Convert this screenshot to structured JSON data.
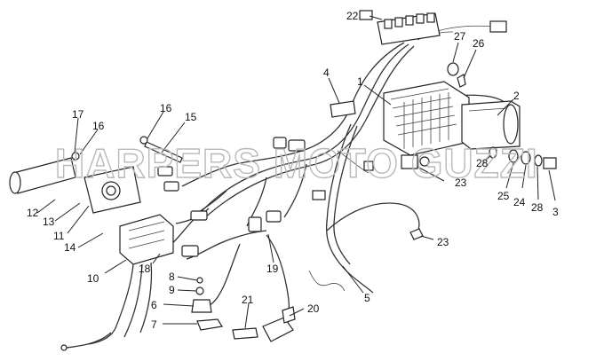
{
  "watermark": "HARPERS MOTO GUZZI",
  "callouts": [
    {
      "id": "c1",
      "text": "1"
    },
    {
      "id": "c2",
      "text": "2"
    },
    {
      "id": "c3",
      "text": "3"
    },
    {
      "id": "c4",
      "text": "4"
    },
    {
      "id": "c5",
      "text": "5"
    },
    {
      "id": "c6",
      "text": "6"
    },
    {
      "id": "c7",
      "text": "7"
    },
    {
      "id": "c8",
      "text": "8"
    },
    {
      "id": "c9",
      "text": "9"
    },
    {
      "id": "c10",
      "text": "10"
    },
    {
      "id": "c11",
      "text": "11"
    },
    {
      "id": "c12",
      "text": "12"
    },
    {
      "id": "c13",
      "text": "13"
    },
    {
      "id": "c14",
      "text": "14"
    },
    {
      "id": "c15",
      "text": "15"
    },
    {
      "id": "c16a",
      "text": "16"
    },
    {
      "id": "c16b",
      "text": "16"
    },
    {
      "id": "c17",
      "text": "17"
    },
    {
      "id": "c18",
      "text": "18"
    },
    {
      "id": "c19",
      "text": "19"
    },
    {
      "id": "c20",
      "text": "20"
    },
    {
      "id": "c21",
      "text": "21"
    },
    {
      "id": "c22",
      "text": "22"
    },
    {
      "id": "c23a",
      "text": "23"
    },
    {
      "id": "c23b",
      "text": "23"
    },
    {
      "id": "c24",
      "text": "24"
    },
    {
      "id": "c25",
      "text": "25"
    },
    {
      "id": "c26",
      "text": "26"
    },
    {
      "id": "c27",
      "text": "27"
    },
    {
      "id": "c28a",
      "text": "28"
    },
    {
      "id": "c28b",
      "text": "28"
    }
  ]
}
